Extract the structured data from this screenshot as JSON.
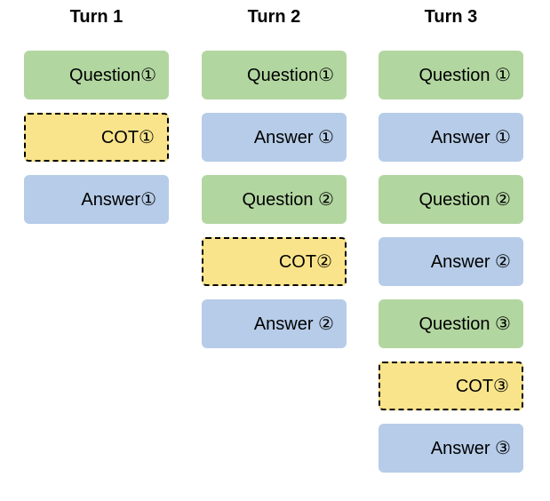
{
  "diagram": {
    "description_colors": {
      "question_fill": "#B2D6A0",
      "answer_fill": "#B6CCE8",
      "cot_fill": "#F9E48B",
      "cot_border": "#000000",
      "text": "#000000",
      "background": "#FFFFFF"
    },
    "columns": [
      {
        "title": "Turn 1",
        "boxes": [
          {
            "type": "question",
            "label": "Question①"
          },
          {
            "type": "cot",
            "label": "COT①"
          },
          {
            "type": "answer",
            "label": "Answer①"
          }
        ]
      },
      {
        "title": "Turn 2",
        "boxes": [
          {
            "type": "question",
            "label": "Question①"
          },
          {
            "type": "answer",
            "label": "Answer ①"
          },
          {
            "type": "question",
            "label": "Question ②"
          },
          {
            "type": "cot",
            "label": "COT②"
          },
          {
            "type": "answer",
            "label": "Answer ②"
          }
        ]
      },
      {
        "title": "Turn 3",
        "boxes": [
          {
            "type": "question",
            "label": "Question ①"
          },
          {
            "type": "answer",
            "label": "Answer ①"
          },
          {
            "type": "question",
            "label": "Question ②"
          },
          {
            "type": "answer",
            "label": "Answer ②"
          },
          {
            "type": "question",
            "label": "Question ③"
          },
          {
            "type": "cot",
            "label": "COT③"
          },
          {
            "type": "answer",
            "label": "Answer ③"
          }
        ]
      }
    ]
  }
}
